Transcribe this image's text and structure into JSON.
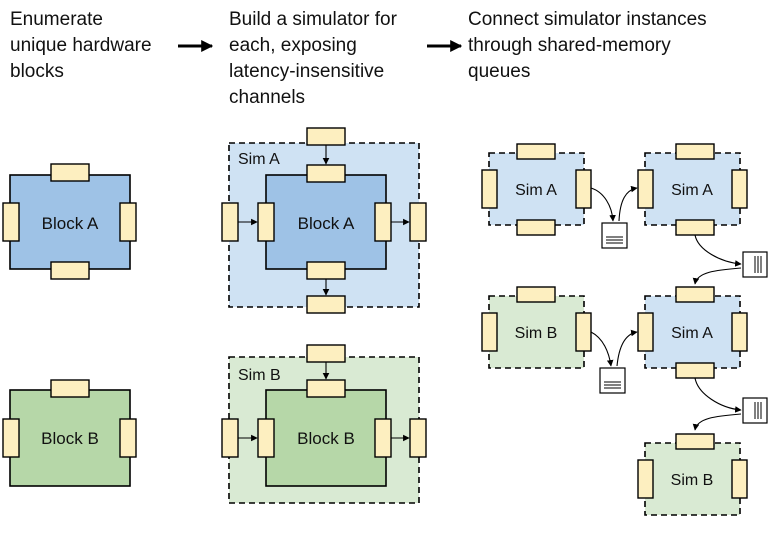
{
  "steps": [
    {
      "lines": [
        "Enumerate",
        "unique hardware",
        "blocks"
      ]
    },
    {
      "lines": [
        "Build a simulator for",
        "each, exposing",
        "latency-insensitive",
        "channels"
      ]
    },
    {
      "lines": [
        "Connect simulator instances",
        "through shared-memory",
        "queues"
      ]
    }
  ],
  "blocks": {
    "a": "Block A",
    "b": "Block B"
  },
  "simulators": {
    "a": "Sim A",
    "b": "Sim B"
  },
  "network": {
    "row1_left": "Sim A",
    "row1_right": "Sim A",
    "row2_left": "Sim B",
    "row2_right": "Sim A",
    "row3": "Sim B"
  },
  "colors": {
    "block_a": "#9ec2e6",
    "block_b": "#b6d7a8",
    "sim_a": "#cfe2f3",
    "sim_b": "#d9ead3",
    "port": "#fdefc0"
  }
}
